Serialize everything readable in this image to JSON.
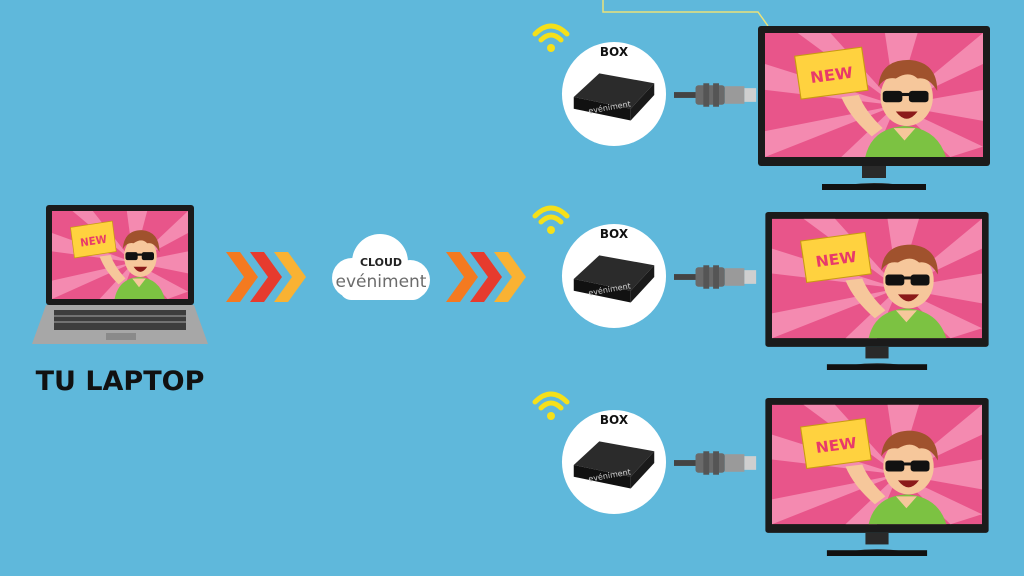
{
  "source": {
    "label": "TU LAPTOP",
    "screen_badge": "NEW"
  },
  "cloud": {
    "label": "CLOUD",
    "brand": "evéniment"
  },
  "receivers": [
    {
      "box_label": "BOX",
      "device_brand": "evéniment",
      "screen_badge": "NEW"
    },
    {
      "box_label": "BOX",
      "device_brand": "evéniment",
      "screen_badge": "NEW"
    },
    {
      "box_label": "BOX",
      "device_brand": "evéniment",
      "screen_badge": "NEW"
    }
  ],
  "colors": {
    "background": "#5FB8DB",
    "screen_pink": "#E8558A",
    "badge_yellow": "#FFD23F",
    "arrow_orange": "#F47A20",
    "arrow_red": "#E63B2E",
    "arrow_yellow": "#F9B233",
    "wifi_yellow": "#F5E01A"
  },
  "icons": {
    "wifi": "wifi-icon",
    "arrows": "chevron-arrows-icon",
    "cloud": "cloud-icon",
    "hdmi": "hdmi-cable-icon"
  }
}
